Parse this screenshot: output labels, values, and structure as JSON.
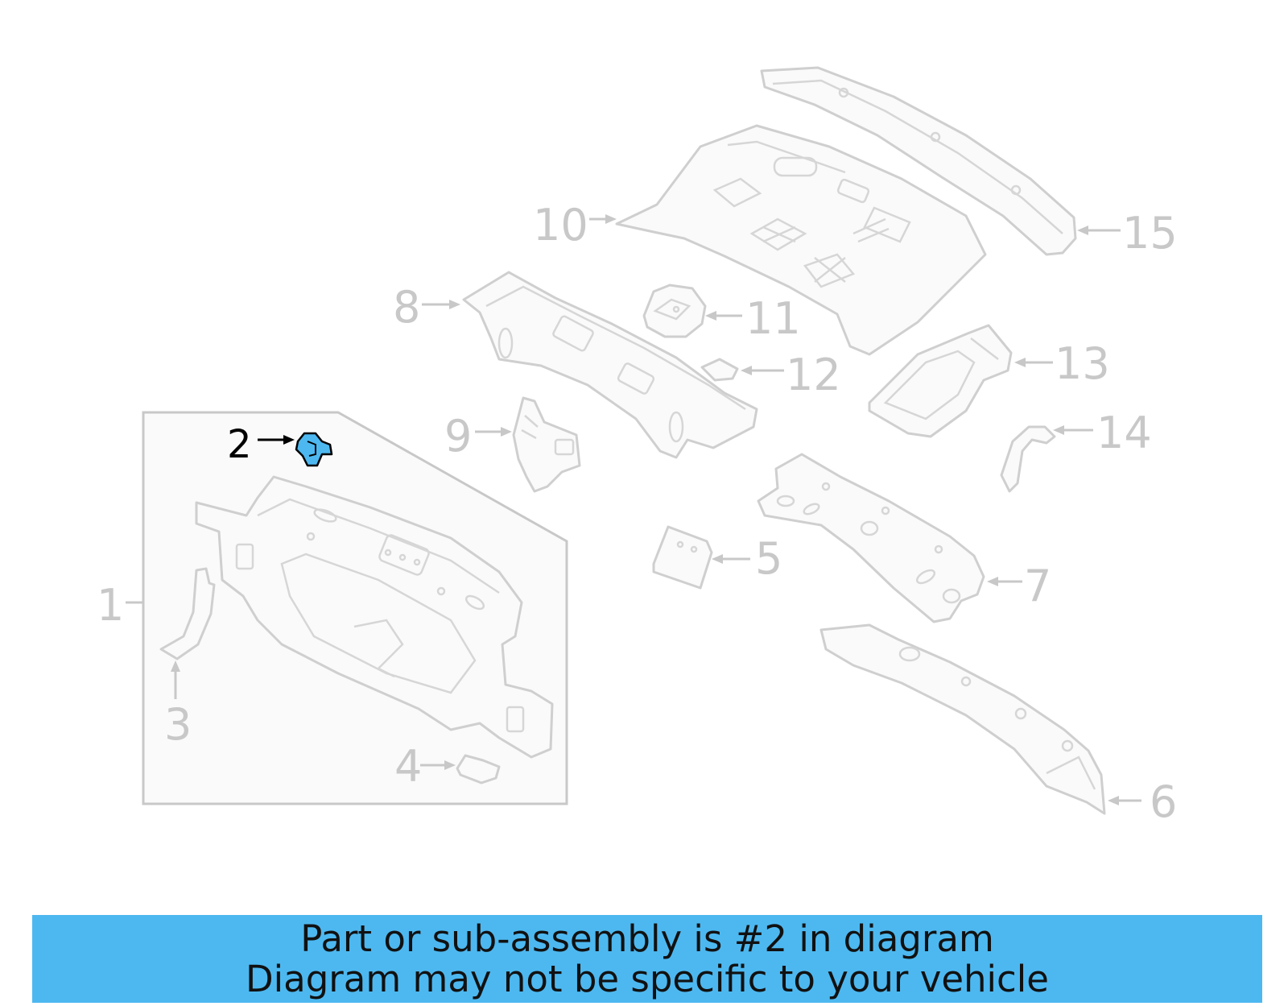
{
  "diagram": {
    "callouts": [
      "1",
      "2",
      "3",
      "4",
      "5",
      "6",
      "7",
      "8",
      "9",
      "10",
      "11",
      "12",
      "13",
      "14",
      "15"
    ],
    "highlighted_part": "2",
    "highlight_color": "#4db8f0",
    "inactive_color": "#c8c8c8"
  },
  "banner": {
    "line1": "Part or sub-assembly is #2 in diagram",
    "line2": "Diagram may not be specific to your vehicle",
    "background_color": "#4db8f0"
  }
}
